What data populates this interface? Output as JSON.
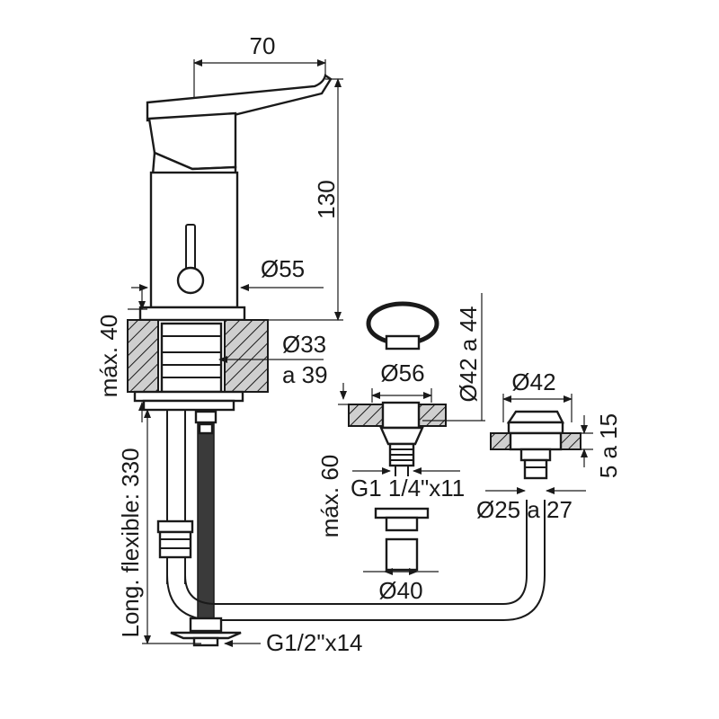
{
  "diagram": {
    "labels": {
      "width_top": "70",
      "height_total": "130",
      "diam_body": "Ø55",
      "max_thickness": "máx. 40",
      "hole_diam_a": "Ø33",
      "hole_diam_b": "a 39",
      "flex_length": "Long. flexible: 330",
      "thread_hose": "G1/2\"x14",
      "diam_56": "Ø56",
      "range_42_44": "Ø42 a 44",
      "max_60": "máx. 60",
      "thread_waste": "G1 1/4\"x11",
      "diam_40": "Ø40",
      "diam_42": "Ø42",
      "range_5_15": "5 a 15",
      "range_25_27": "Ø25 a 27"
    },
    "colors": {
      "line": "#1a1a1a",
      "background": "#ffffff"
    }
  }
}
